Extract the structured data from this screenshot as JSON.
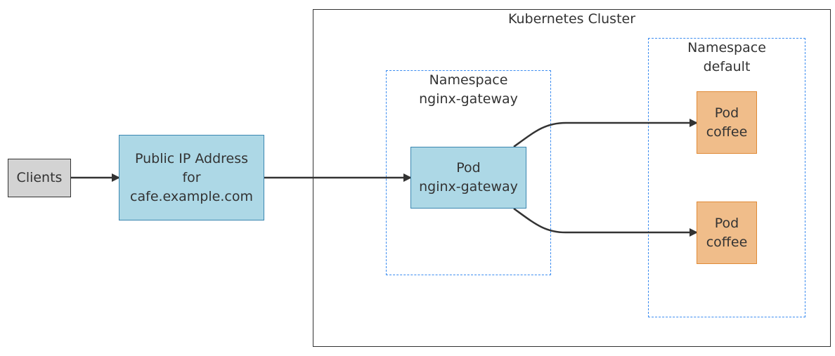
{
  "cluster": {
    "title": "Kubernetes Cluster"
  },
  "namespaces": {
    "gateway": {
      "line1": "Namespace",
      "line2": "nginx-gateway"
    },
    "default": {
      "line1": "Namespace",
      "line2": "default"
    }
  },
  "nodes": {
    "clients": {
      "label": "Clients"
    },
    "public_ip": {
      "line1": "Public IP Address",
      "line2": "for",
      "line3": "cafe.example.com"
    },
    "gateway_pod": {
      "line1": "Pod",
      "line2": "nginx-gateway"
    },
    "coffee_pod_1": {
      "line1": "Pod",
      "line2": "coffee"
    },
    "coffee_pod_2": {
      "line1": "Pod",
      "line2": "coffee"
    }
  },
  "colors": {
    "edge": "#333333",
    "clients_fill": "#d3d3d3",
    "blue_fill": "#add8e6",
    "orange_fill": "#f0bd8a",
    "namespace_border": "#3b8cf0"
  }
}
